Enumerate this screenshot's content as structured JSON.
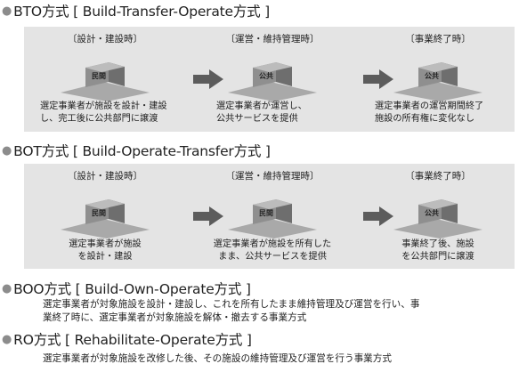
{
  "sections": [
    {
      "title": "BTO方式 [ Build-Transfer-Operate方式 ]",
      "phases": [
        {
          "label": "〔設計・建設時〕",
          "building": "民間",
          "desc": [
            "選定事業者が施設を設計・建設",
            "し、完工後に公共部門に譲渡"
          ]
        },
        {
          "label": "〔運営・維持管理時〕",
          "building": "公共",
          "desc": [
            "選定事業者が運営し、",
            "公共サービスを提供"
          ]
        },
        {
          "label": "〔事業終了時〕",
          "building": "公共",
          "desc": [
            "選定事業者の運営期間終了",
            "施設の所有権に変化なし"
          ]
        }
      ]
    },
    {
      "title": "BOT方式 [ Build-Operate-Transfer方式 ]",
      "phases": [
        {
          "label": "〔設計・建設時〕",
          "building": "民間",
          "desc": [
            "選定事業者が施設",
            "を設計・建設"
          ]
        },
        {
          "label": "〔運営・維持管理時〕",
          "building": "民間",
          "desc": [
            "選定事業者が施設を所有した",
            "まま、公共サービスを提供"
          ]
        },
        {
          "label": "〔事業終了時〕",
          "building": "公共",
          "desc": [
            "事業終了後、施設",
            "を公共部門に譲渡"
          ]
        }
      ]
    },
    {
      "title": "BOO方式 [ Build-Own-Operate方式 ]",
      "text": [
        "選定事業者が対象施設を設計・建設し、これを所有したまま維持管理及び運営を行い、事",
        "業終了時に、選定事業者が対象施設を解体・撤去する事業方式"
      ]
    },
    {
      "title": "RO方式 [ Rehabilitate-Operate方式 ]",
      "text": [
        "選定事業者が対象施設を改修した後、その施設の維持管理及び運営を行う事業方式"
      ]
    }
  ],
  "colors": {
    "panel": "#e4e4e4",
    "arrow": "#5c5c5c",
    "building_front": "#8f8f8f",
    "building_side": "#6e6e6e",
    "building_top": "#bcbcbc",
    "platform": "#a9a9a9"
  }
}
